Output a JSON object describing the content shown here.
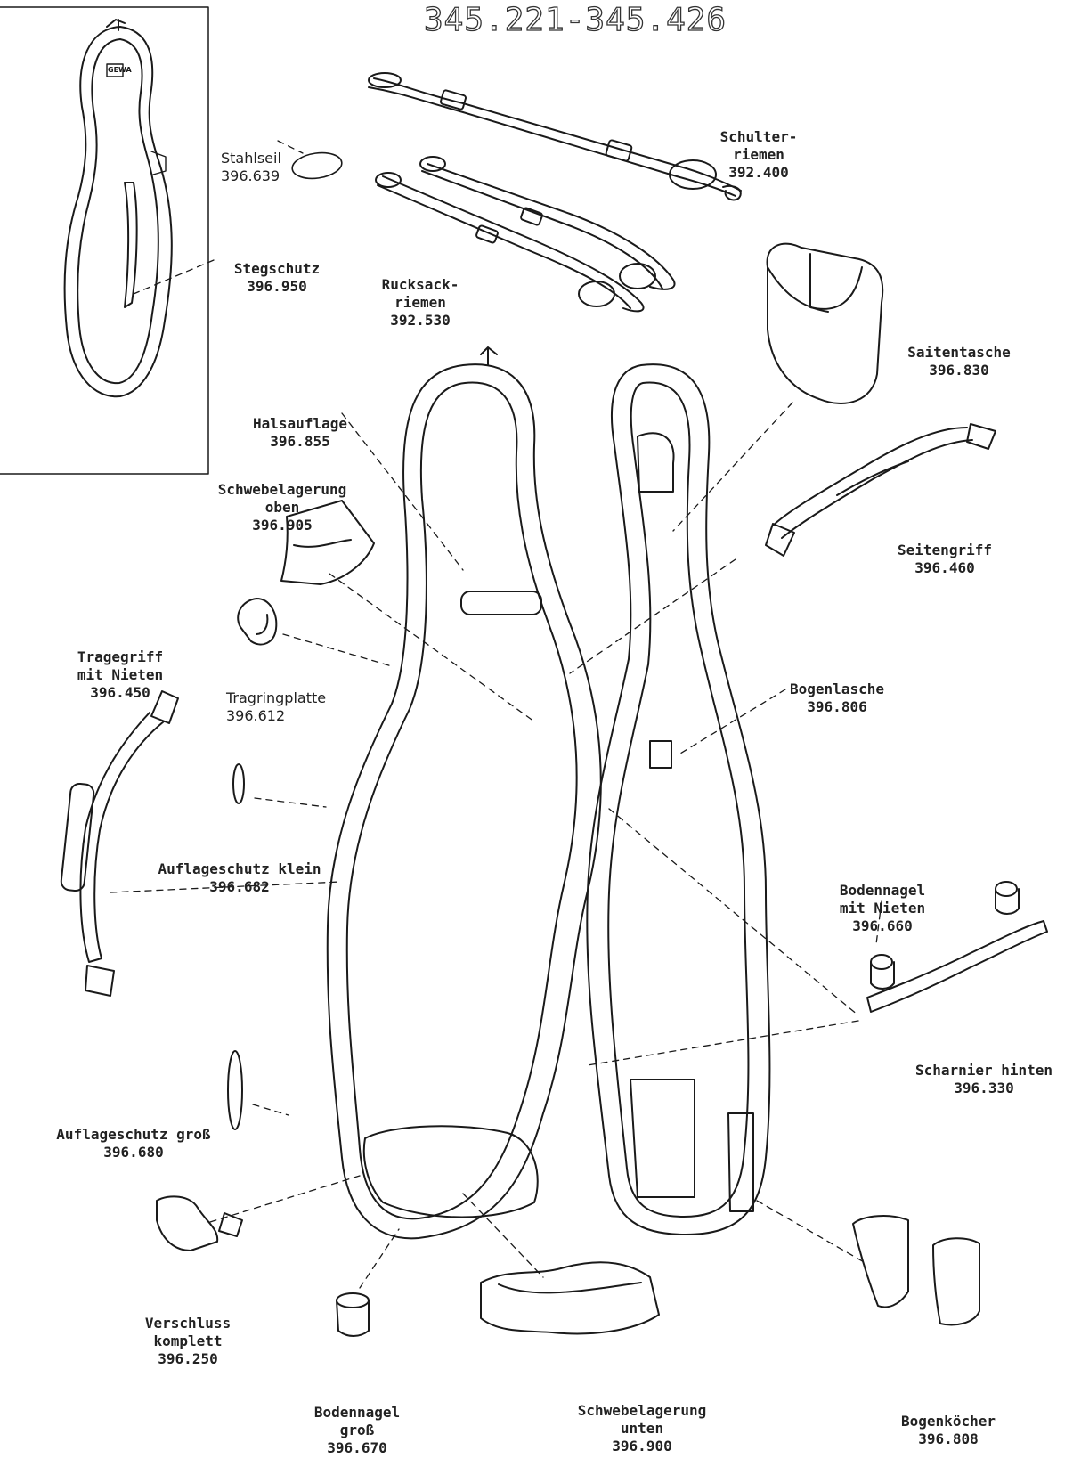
{
  "title": "345.221-345.426",
  "inset": {
    "logo_text": "GEWA"
  },
  "parts": {
    "stahlseil": {
      "name": "Stahlseil",
      "code": "396.639"
    },
    "stegschutz": {
      "name": "Stegschutz",
      "code": "396.950"
    },
    "rucksackriemen": {
      "name_l1": "Rucksack-",
      "name_l2": "riemen",
      "code": "392.530"
    },
    "schulterriemen": {
      "name_l1": "Schulter-",
      "name_l2": "riemen",
      "code": "392.400"
    },
    "saitentasche": {
      "name": "Saitentasche",
      "code": "396.830"
    },
    "halsauflage": {
      "name": "Halsauflage",
      "code": "396.855"
    },
    "schwebe_oben": {
      "name_l1": "Schwebelagerung",
      "name_l2": "oben",
      "code": "396.905"
    },
    "seitengriff": {
      "name": "Seitengriff",
      "code": "396.460"
    },
    "tragegriff": {
      "name_l1": "Tragegriff",
      "name_l2": "mit Nieten",
      "code": "396.450"
    },
    "tragringplatte": {
      "name": "Tragringplatte",
      "code": "396.612"
    },
    "bogenlasche": {
      "name": "Bogenlasche",
      "code": "396.806"
    },
    "auflageschutz_klein": {
      "name": "Auflageschutz klein",
      "code": "396.682"
    },
    "bodennagel_nieten": {
      "name_l1": "Bodennagel",
      "name_l2": "mit Nieten",
      "code": "396.660"
    },
    "scharnier": {
      "name": "Scharnier hinten",
      "code": "396.330"
    },
    "auflageschutz_gross": {
      "name": "Auflageschutz groß",
      "code": "396.680"
    },
    "verschluss": {
      "name_l1": "Verschluss",
      "name_l2": "komplett",
      "code": "396.250"
    },
    "bodennagel_gross": {
      "name_l1": "Bodennagel",
      "name_l2": "groß",
      "code": "396.670"
    },
    "schwebe_unten": {
      "name_l1": "Schwebelagerung",
      "name_l2": "unten",
      "code": "396.900"
    },
    "bogenkoecher": {
      "name": "Bogenköcher",
      "code": "396.808"
    }
  }
}
